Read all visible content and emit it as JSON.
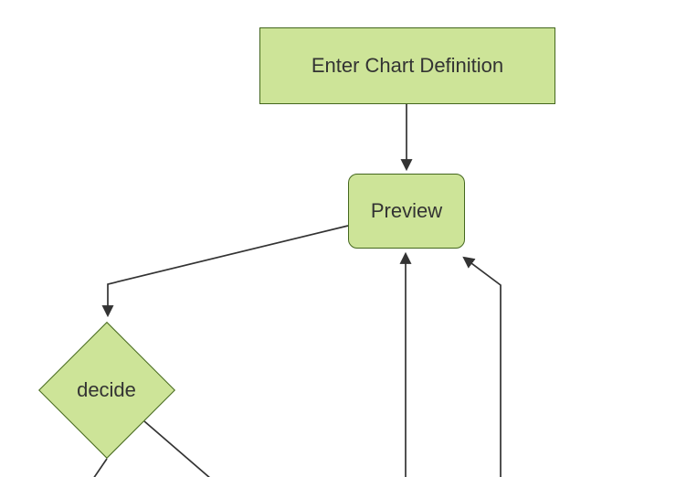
{
  "diagram": {
    "type": "flowchart",
    "theme": {
      "node_fill": "#cde498",
      "node_border": "#44671e",
      "edge_color": "#333333",
      "text_color": "#333333"
    },
    "nodes": [
      {
        "id": "enter-chart-definition",
        "label": "Enter Chart Definition",
        "shape": "rectangle"
      },
      {
        "id": "preview",
        "label": "Preview",
        "shape": "rounded-rectangle"
      },
      {
        "id": "decide",
        "label": "decide",
        "shape": "diamond"
      }
    ],
    "edges": [
      {
        "from": "enter-chart-definition",
        "to": "preview",
        "arrowhead": true
      },
      {
        "from": "preview",
        "to": "decide",
        "arrowhead": true
      },
      {
        "from": "offscreen-bottom-center",
        "to": "preview",
        "arrowhead": true
      },
      {
        "from": "offscreen-bottom-right",
        "to": "preview",
        "arrowhead": true
      },
      {
        "from": "decide",
        "to": "offscreen-bottom-left",
        "arrowhead": false
      },
      {
        "from": "decide",
        "to": "offscreen-bottom-right",
        "arrowhead": false
      }
    ]
  }
}
